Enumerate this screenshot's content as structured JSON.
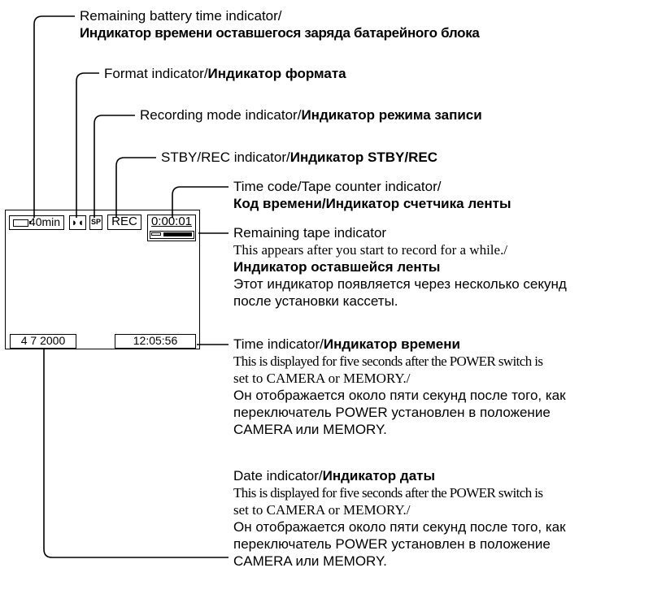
{
  "screen": {
    "battery": "40min",
    "recording_mode": "SP",
    "stby_rec": "REC",
    "time_code": "0:00:01",
    "date": "4 7 2000",
    "time": "12:05:56"
  },
  "labels": {
    "battery_en": "Remaining battery time indicator/",
    "battery_ru": "Индикатор времени оставшегося заряда батарейного блока",
    "format_en": "Format indicator/",
    "format_ru": "Индикатор формата",
    "recmode_en": "Recording mode indicator/",
    "recmode_ru": "Индикатор режима записи",
    "stbyrec_en": "STBY/REC indicator/",
    "stbyrec_ru": "Индикатор STBY/REC",
    "timecode_en": "Time code/Tape counter indicator/",
    "timecode_ru": "Код времени/Индикатор счетчика ленты",
    "tape_en": "Remaining tape indicator",
    "tape_desc_en": "This appears after you start to record for a while./",
    "tape_ru": "Индикатор оставшейся ленты",
    "tape_desc_ru_1": "Этот индикатор появляется через несколько секунд",
    "tape_desc_ru_2": "после установки кассеты.",
    "time_en": "Time indicator/",
    "time_ru": "Индикатор времени",
    "time_desc_en_1": "This is displayed for five seconds after the POWER switch is",
    "time_desc_en_2": "set to CAMERA or MEMORY./",
    "time_desc_ru_1": "Он отображается около пяти секунд после того, как",
    "time_desc_ru_2": "переключатель POWER установлен в положение",
    "time_desc_ru_3": "CAMERA или MEMORY.",
    "date_en": "Date indicator/",
    "date_ru": "Индикатор даты",
    "date_desc_en_1": "This is displayed for five seconds after the POWER switch is",
    "date_desc_en_2": "set to CAMERA or MEMORY./",
    "date_desc_ru_1": "Он отображается около пяти секунд после того, как",
    "date_desc_ru_2": "переключатель POWER установлен в положение",
    "date_desc_ru_3": "CAMERA или MEMORY."
  }
}
